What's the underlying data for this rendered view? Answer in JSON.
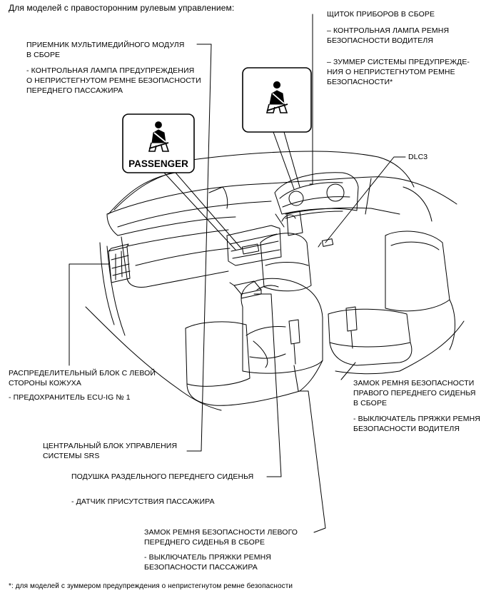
{
  "header": "Для моделей с правосторонним рулевым управлением:",
  "footnote": "*: для моделей с зуммером предупреждения о непристегнутом ремне безопасности",
  "callouts": {
    "multimedia": {
      "title_1": "ПРИЕМНИК МУЛЬТИМЕДИЙНОГО МОДУЛЯ",
      "title_2": "В СБОРЕ",
      "sub_1": "- КОНТРОЛЬНАЯ ЛАМПА ПРЕДУПРЕЖДЕНИЯ",
      "sub_2": "О НЕПРИСТЕГНУТОМ РЕМНЕ БЕЗОПАСНОСТИ",
      "sub_3": "ПЕРЕДНЕГО ПАССАЖИРА"
    },
    "cluster": {
      "title": "ЩИТОК ПРИБОРОВ В СБОРЕ",
      "sub1_1": "– КОНТРОЛЬНАЯ ЛАМПА РЕМНЯ",
      "sub1_2": "БЕЗОПАСНОСТИ ВОДИТЕЛЯ",
      "sub2_1": "– ЗУММЕР СИСТЕМЫ ПРЕДУПРЕЖДЕ-",
      "sub2_2": "НИЯ О НЕПРИСТЕГНУТОМ РЕМНЕ",
      "sub2_3": "БЕЗОПАСНОСТИ*"
    },
    "dlc": {
      "title": "DLC3"
    },
    "junction": {
      "title_1": "РАСПРЕДЕЛИТЕЛЬНЫЙ БЛОК С ЛЕВОЙ",
      "title_2": "СТОРОНЫ КОЖУХА",
      "sub": "- ПРЕДОХРАНИТЕЛЬ ECU-IG № 1"
    },
    "right_buckle": {
      "title_1": "ЗАМОК РЕМНЯ БЕЗОПАСНОСТИ",
      "title_2": "ПРАВОГО ПЕРЕДНЕГО СИДЕНЬЯ",
      "title_3": "В СБОРЕ",
      "sub_1": "- ВЫКЛЮЧАТЕЛЬ ПРЯЖКИ РЕМНЯ",
      "sub_2": "БЕЗОПАСНОСТИ ВОДИТЕЛЯ"
    },
    "srs": {
      "title_1": "ЦЕНТРАЛЬНЫЙ БЛОК УПРАВЛЕНИЯ",
      "title_2": "СИСТЕМЫ SRS"
    },
    "cushion": {
      "title": "ПОДУШКА РАЗДЕЛЬНОГО ПЕРЕДНЕГО СИДЕНЬЯ",
      "sub": "- ДАТЧИК ПРИСУТСТВИЯ ПАССАЖИРА"
    },
    "left_buckle": {
      "title_1": "ЗАМОК РЕМНЯ БЕЗОПАСНОСТИ ЛЕВОГО",
      "title_2": "ПЕРЕДНЕГО СИДЕНЬЯ В СБОРЕ",
      "sub_1": "- ВЫКЛЮЧАТЕЛЬ ПРЯЖКИ РЕМНЯ",
      "sub_2": "БЕЗОПАСНОСТИ ПАССАЖИРА"
    }
  },
  "indicators": {
    "passenger_label": "PASSENGER",
    "passenger_icon": "seatbelt-person-icon",
    "driver_icon": "seatbelt-person-icon"
  }
}
